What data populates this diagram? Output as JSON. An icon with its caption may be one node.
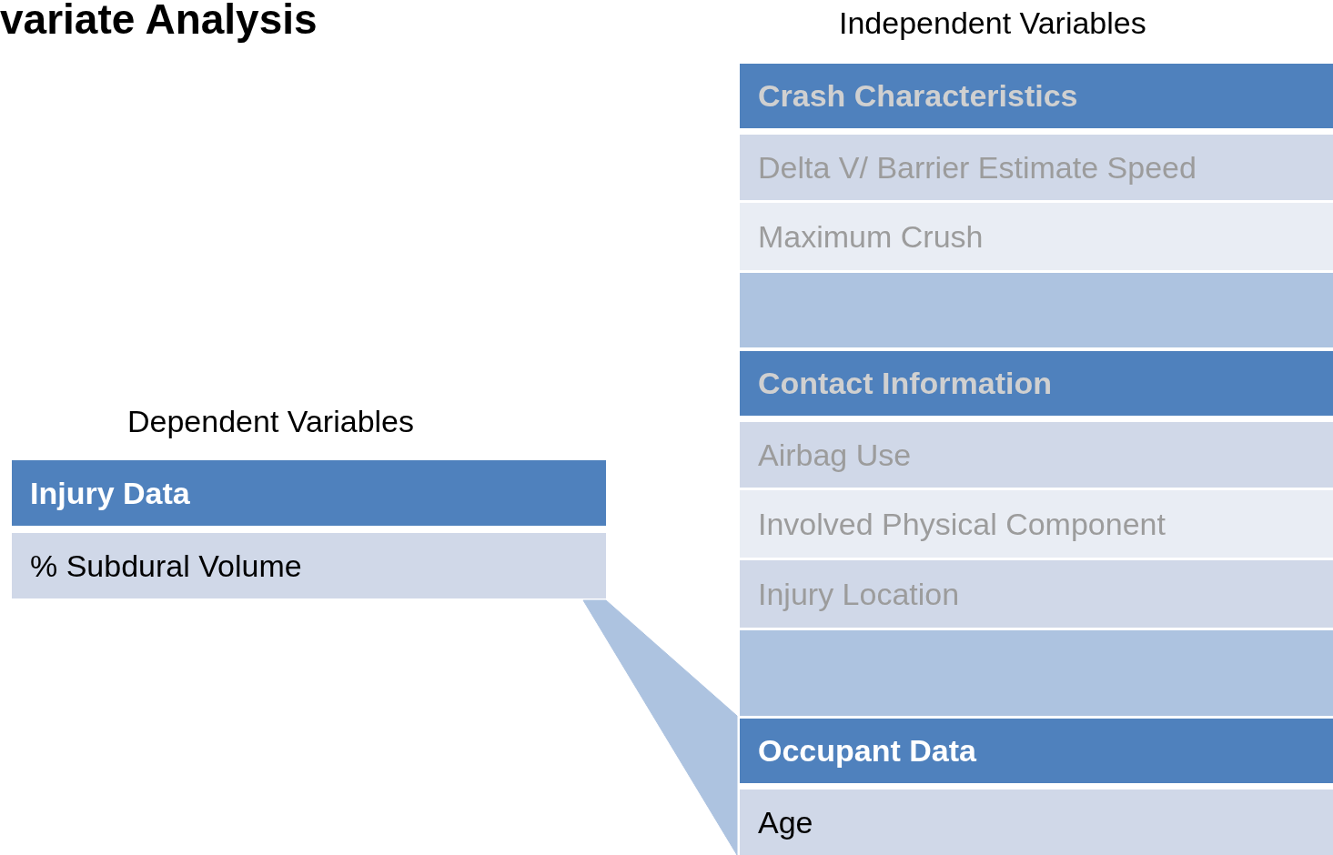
{
  "diagram": {
    "title": "variate Analysis",
    "nodes": [
      {
        "text": [
          "Injury Data"
        ]
      },
      {
        "text": [
          "% Subdural Volume"
        ]
      },
      {
        "text": [
          "Crash Characteristics"
        ]
      },
      {
        "text": [
          "Delta V/ Barrier Estimate Speed"
        ]
      },
      {
        "text": [
          "Maximum Crush"
        ]
      },
      {
        "text": [],
        "shape": "bar"
      },
      {
        "text": [
          "Contact Information"
        ]
      },
      {
        "text": [
          "Airbag Use"
        ]
      },
      {
        "text": [
          "Involved Physical Component"
        ]
      },
      {
        "text": [
          "Injury Location"
        ]
      },
      {
        "text": [],
        "shape": "bar"
      },
      {
        "text": [
          "Occupant Data"
        ]
      },
      {
        "text": [
          "Age"
        ]
      }
    ],
    "edges": [
      {
        "from": 1,
        "to": 12,
        "arrow": "none"
      }
    ],
    "labels": [
      "Dependent Variables",
      "Independent Variables"
    ]
  }
}
